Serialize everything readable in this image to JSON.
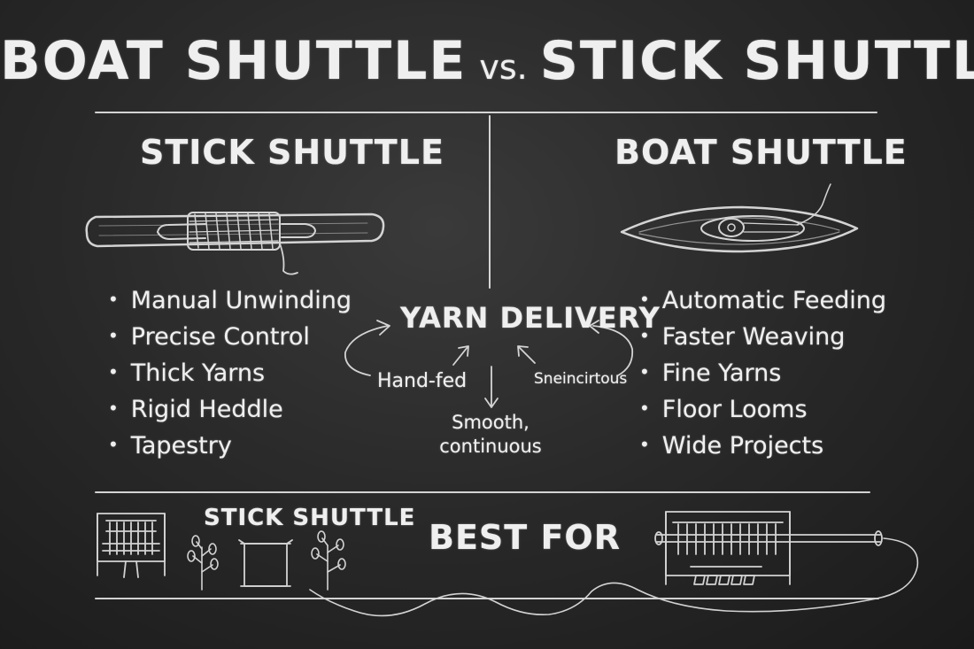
{
  "title": {
    "left": "BOAT SHUTTLE",
    "vs": "vs.",
    "right": "STICK SHUTTLE"
  },
  "stick_shuttle": {
    "heading": "STICK SHUTTLE",
    "features": [
      "Manual Unwinding",
      "Precise Control",
      "Thick Yarns",
      "Rigid Heddle",
      "Tapestry"
    ]
  },
  "boat_shuttle": {
    "heading": "BOAT SHUTTLE",
    "features": [
      "Automatic Feeding",
      "Faster Weaving",
      "Fine Yarns",
      "Floor Looms",
      "Wide Projects"
    ]
  },
  "yarn_delivery": {
    "heading": "YARN DELIVERY",
    "left_label": "Hand-fed",
    "right_label": "Sneincirtous",
    "bottom_label_line1": "Smooth,",
    "bottom_label_line2": "continuous"
  },
  "best_for": {
    "heading": "BEST FOR",
    "stick_label": "STICK SHUTTLE"
  },
  "colors": {
    "board": "#2a2a2a",
    "chalk": "#efefef"
  },
  "icons": [
    "stick-shuttle-icon",
    "boat-shuttle-icon",
    "table-loom-icon",
    "plant-icon",
    "square-frame-icon",
    "floor-loom-icon"
  ]
}
